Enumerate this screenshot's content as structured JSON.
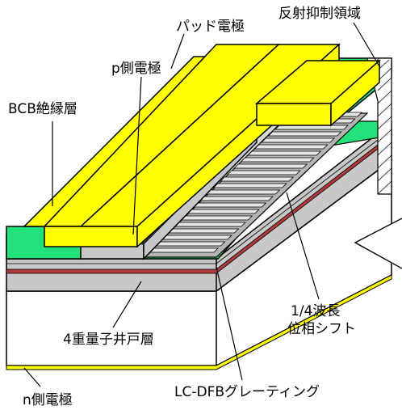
{
  "labels": {
    "pad_electrode": "パッド電極",
    "reflection_suppression_region": "反射抑制領域",
    "p_electrode": "p側電極",
    "bcb_insulation_layer": "BCB絶縁層",
    "phase_shift_line1": "1/4波長",
    "phase_shift_line2": "位相シフト",
    "quantum_well_layer": "4重量子井戸層",
    "lc_dfb_grating": "LC-DFBグレーティング",
    "n_electrode": "n側電極"
  },
  "colors": {
    "bcb": "#22e07a",
    "electrode": "#ffff00",
    "semiconductor": "#c8c8c8",
    "active_layer": "#b03a3a",
    "substrate": "#ffffff",
    "outline": "#000000"
  }
}
